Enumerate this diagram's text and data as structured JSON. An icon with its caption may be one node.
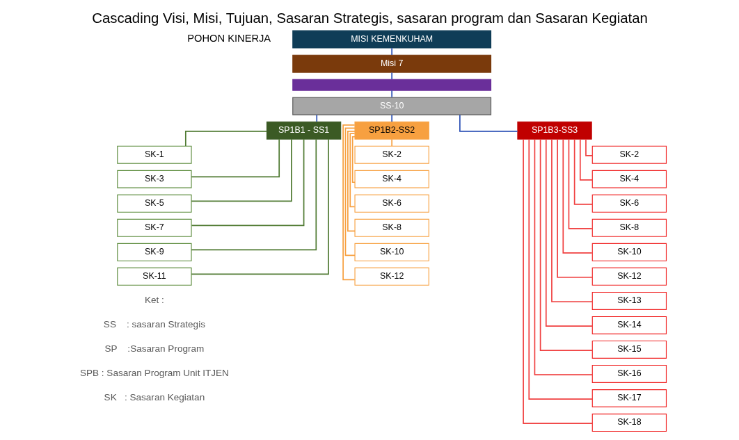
{
  "diagram": {
    "title": "Cascading Visi, Misi, Tujuan, Sasaran Strategis, sasaran program dan Sasaran Kegiatan",
    "nodes": [
      {
        "text": [
          "MISI KEMENKUHAM"
        ]
      },
      {
        "text": [
          "Misi 7"
        ]
      },
      {
        "text": [],
        "shape": "bar"
      },
      {
        "text": [
          "SS-10"
        ]
      },
      {
        "text": [
          "SP1B1 - SS1"
        ]
      },
      {
        "text": [
          "SK-1"
        ]
      },
      {
        "text": [
          "SK-3"
        ]
      },
      {
        "text": [
          "SK-5"
        ]
      },
      {
        "text": [
          "SK-7"
        ]
      },
      {
        "text": [
          "SK-9"
        ]
      },
      {
        "text": [
          "SK-11"
        ]
      },
      {
        "text": [
          "SP1B2-SS2"
        ]
      },
      {
        "text": [
          "SK-2"
        ]
      },
      {
        "text": [
          "SK-4"
        ]
      },
      {
        "text": [
          "SK-6"
        ]
      },
      {
        "text": [
          "SK-8"
        ]
      },
      {
        "text": [
          "SK-10"
        ]
      },
      {
        "text": [
          "SK-12"
        ]
      },
      {
        "text": [
          "SP1B3-SS3"
        ]
      },
      {
        "text": [
          "SK-2"
        ]
      },
      {
        "text": [
          "SK-4"
        ]
      },
      {
        "text": [
          "SK-6"
        ]
      },
      {
        "text": [
          "SK-8"
        ]
      },
      {
        "text": [
          "SK-10"
        ]
      },
      {
        "text": [
          "SK-12"
        ]
      },
      {
        "text": [
          "SK-13"
        ]
      },
      {
        "text": [
          "SK-14"
        ]
      },
      {
        "text": [
          "SK-15"
        ]
      },
      {
        "text": [
          "SK-16"
        ]
      },
      {
        "text": [
          "SK-17"
        ]
      },
      {
        "text": [
          "SK-18"
        ]
      }
    ],
    "edges": [
      {
        "from": 0,
        "to": 1,
        "arrow": "none",
        "color": "#2a4fb5"
      },
      {
        "from": 1,
        "to": 2,
        "arrow": "none",
        "color": "#2a4fb5"
      },
      {
        "from": 2,
        "to": 3,
        "arrow": "none",
        "color": "#2a4fb5"
      },
      {
        "from": 3,
        "to": 4,
        "arrow": "none",
        "color": "#2a4fb5"
      },
      {
        "from": 3,
        "to": 11,
        "arrow": "none",
        "color": "#2a4fb5"
      },
      {
        "from": 3,
        "to": 18,
        "arrow": "none",
        "color": "#2a4fb5"
      },
      {
        "from": 4,
        "to": 5,
        "arrow": "none",
        "color": "#4f7a32"
      },
      {
        "from": 4,
        "to": 6,
        "arrow": "none",
        "color": "#4f7a32"
      },
      {
        "from": 4,
        "to": 7,
        "arrow": "none",
        "color": "#4f7a32"
      },
      {
        "from": 4,
        "to": 8,
        "arrow": "none",
        "color": "#4f7a32"
      },
      {
        "from": 4,
        "to": 9,
        "arrow": "none",
        "color": "#4f7a32"
      },
      {
        "from": 4,
        "to": 10,
        "arrow": "none",
        "color": "#4f7a32"
      },
      {
        "from": 11,
        "to": 12,
        "arrow": "none",
        "color": "#f7a040"
      },
      {
        "from": 11,
        "to": 13,
        "arrow": "none",
        "color": "#f7a040"
      },
      {
        "from": 11,
        "to": 14,
        "arrow": "none",
        "color": "#f7a040"
      },
      {
        "from": 11,
        "to": 15,
        "arrow": "none",
        "color": "#f7a040"
      },
      {
        "from": 11,
        "to": 16,
        "arrow": "none",
        "color": "#f7a040"
      },
      {
        "from": 11,
        "to": 17,
        "arrow": "none",
        "color": "#f7a040"
      },
      {
        "from": 18,
        "to": 19,
        "arrow": "none",
        "color": "#f04040"
      },
      {
        "from": 18,
        "to": 20,
        "arrow": "none",
        "color": "#f04040"
      },
      {
        "from": 18,
        "to": 21,
        "arrow": "none",
        "color": "#f04040"
      },
      {
        "from": 18,
        "to": 22,
        "arrow": "none",
        "color": "#f04040"
      },
      {
        "from": 18,
        "to": 23,
        "arrow": "none",
        "color": "#f04040"
      },
      {
        "from": 18,
        "to": 24,
        "arrow": "none",
        "color": "#f04040"
      },
      {
        "from": 18,
        "to": 25,
        "arrow": "none",
        "color": "#f04040"
      },
      {
        "from": 18,
        "to": 26,
        "arrow": "none",
        "color": "#f04040"
      },
      {
        "from": 18,
        "to": 27,
        "arrow": "none",
        "color": "#f04040"
      },
      {
        "from": 18,
        "to": 28,
        "arrow": "none",
        "color": "#f04040"
      },
      {
        "from": 18,
        "to": 29,
        "arrow": "none",
        "color": "#f04040"
      },
      {
        "from": 18,
        "to": 30,
        "arrow": "none",
        "color": "#f04040"
      }
    ],
    "labels": [
      "POHON KINERJA",
      "Ket :",
      "SS    : sasaran Strategis",
      "SP    :Sasaran Program",
      "SPB : Sasaran Program Unit ITJEN",
      "SK   : Sasaran Kegiatan"
    ]
  }
}
